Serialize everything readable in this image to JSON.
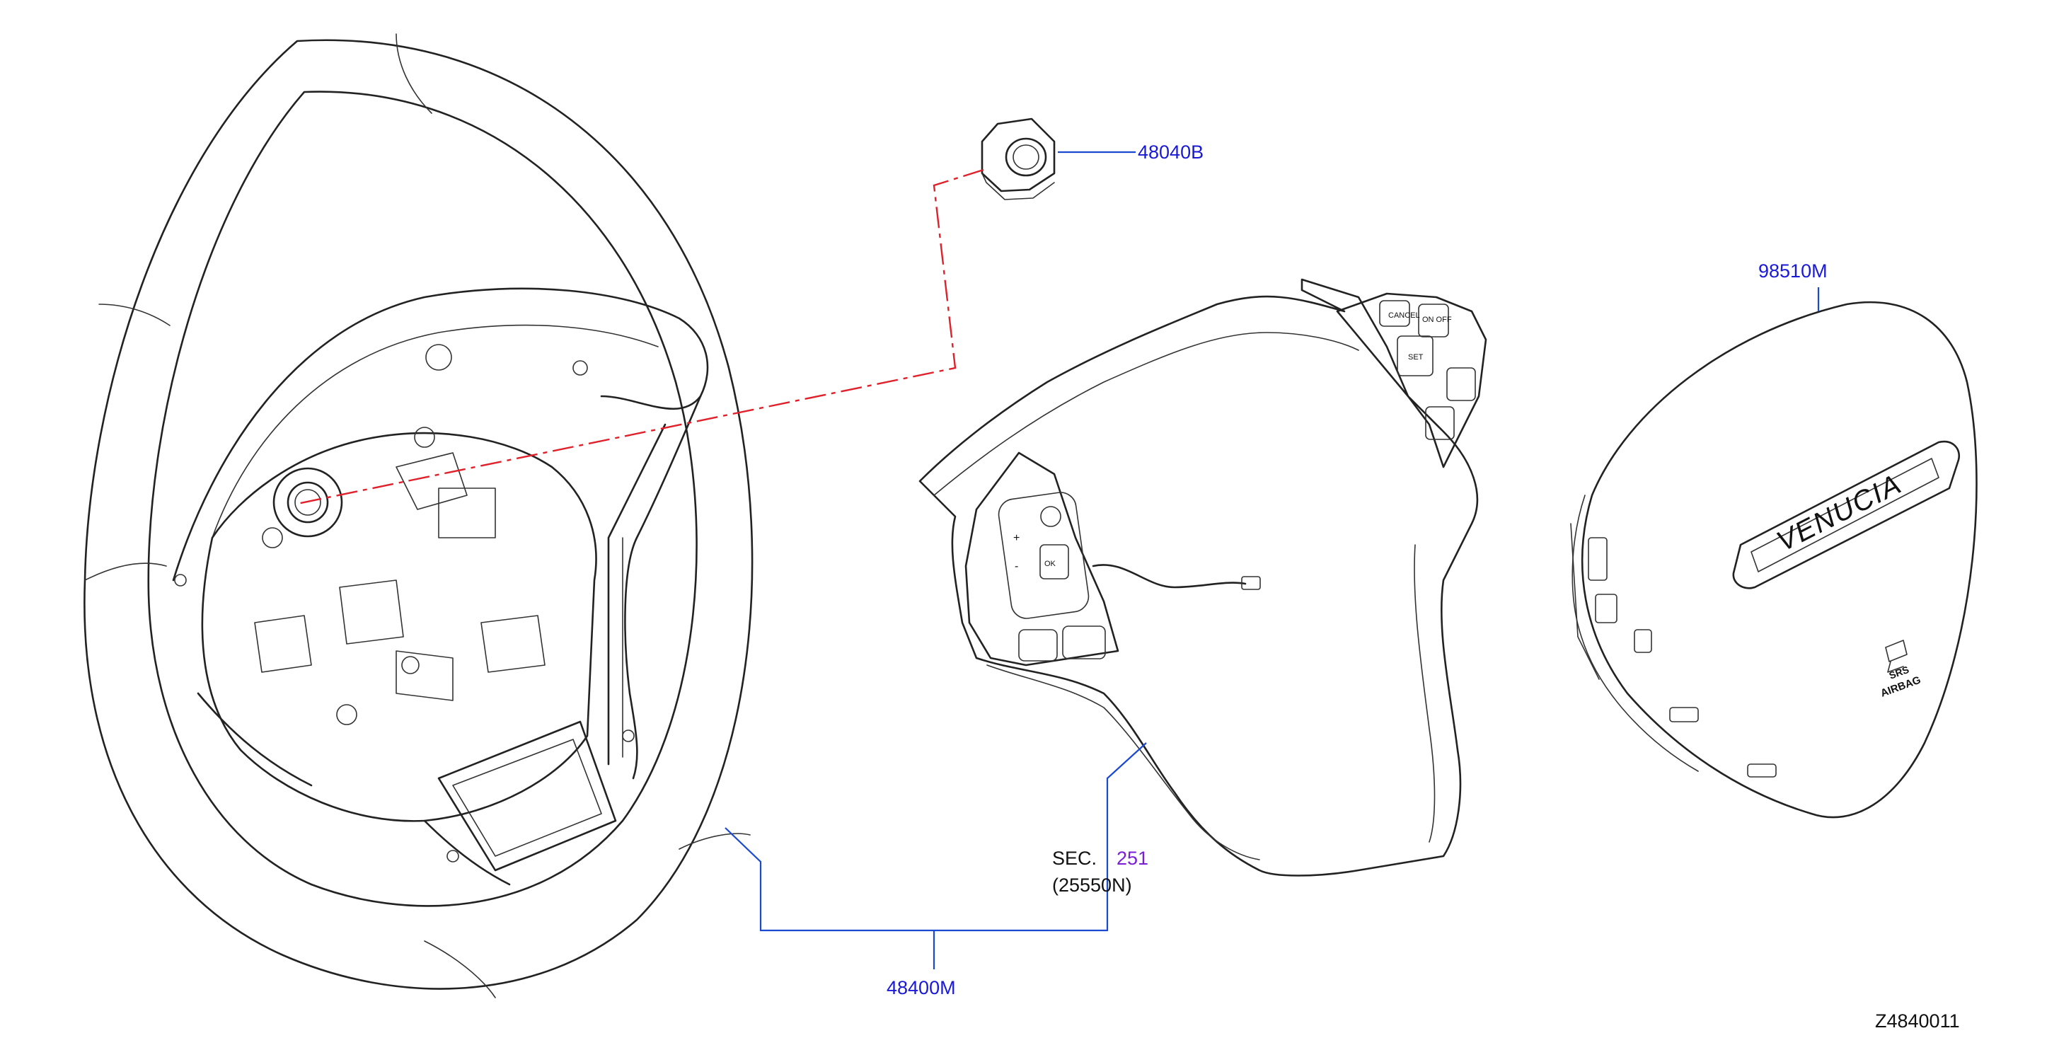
{
  "callouts": {
    "nut": "48040B",
    "airbag_module": "98510M",
    "steering_wheel": "48400M",
    "section_prefix": "SEC.",
    "section_number": "251",
    "switch_part": "(25550N)"
  },
  "diagram_id": "Z4840011",
  "airbag_cover_text": {
    "brand": "VENUCIA",
    "srs": "SRS",
    "airbag": "AIRBAG"
  },
  "switch_button_text": {
    "cancel": "CANCEL",
    "on_off": "ON OFF",
    "set": "SET",
    "ok": "OK",
    "vol_plus": "+",
    "vol_minus": "-"
  },
  "colors": {
    "callout_text": "#1a1ad6",
    "section_number": "#7a1fd6",
    "leader_line": "#1a4ad0",
    "axis_line": "#e0202a",
    "outline": "#222222"
  }
}
